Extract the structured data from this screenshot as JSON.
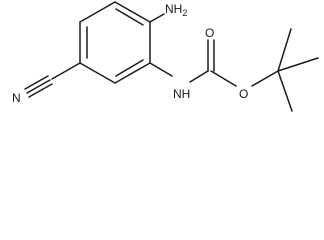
{
  "molecule": {
    "atoms": {
      "amine": "NH",
      "amine_subscript": "2",
      "carbamate_n": "NH",
      "carbonyl_o": "O",
      "ester_o": "O",
      "nitrile_n": "N"
    }
  }
}
